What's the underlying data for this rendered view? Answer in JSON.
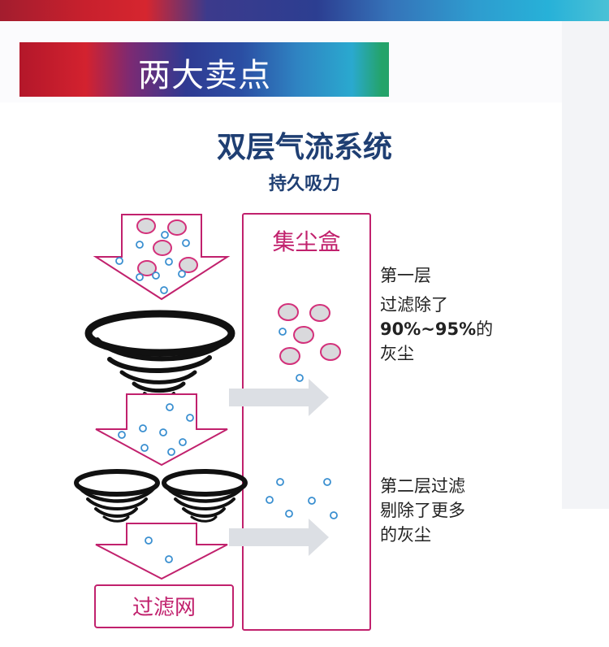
{
  "banner": {
    "title": "两大卖点"
  },
  "header": {
    "title": "双层气流系统",
    "subtitle": "持久吸力"
  },
  "dust_box": {
    "label": "集尘盒"
  },
  "filter": {
    "label": "过滤网"
  },
  "layer1": {
    "line1": "第一层",
    "line2": "过滤除了",
    "line3": "90%~95%",
    "line3_suffix": "的",
    "line4": "灰尘"
  },
  "layer2": {
    "line1": "第二层过滤",
    "line2": "剔除了更多",
    "line3": "的灰尘"
  },
  "colors": {
    "accent": "#c1216d",
    "title": "#1f3f73",
    "particle_large": "#d9d9dc",
    "particle_small": "#3a8fd0",
    "arrow_gray": "#dcdfe4"
  }
}
